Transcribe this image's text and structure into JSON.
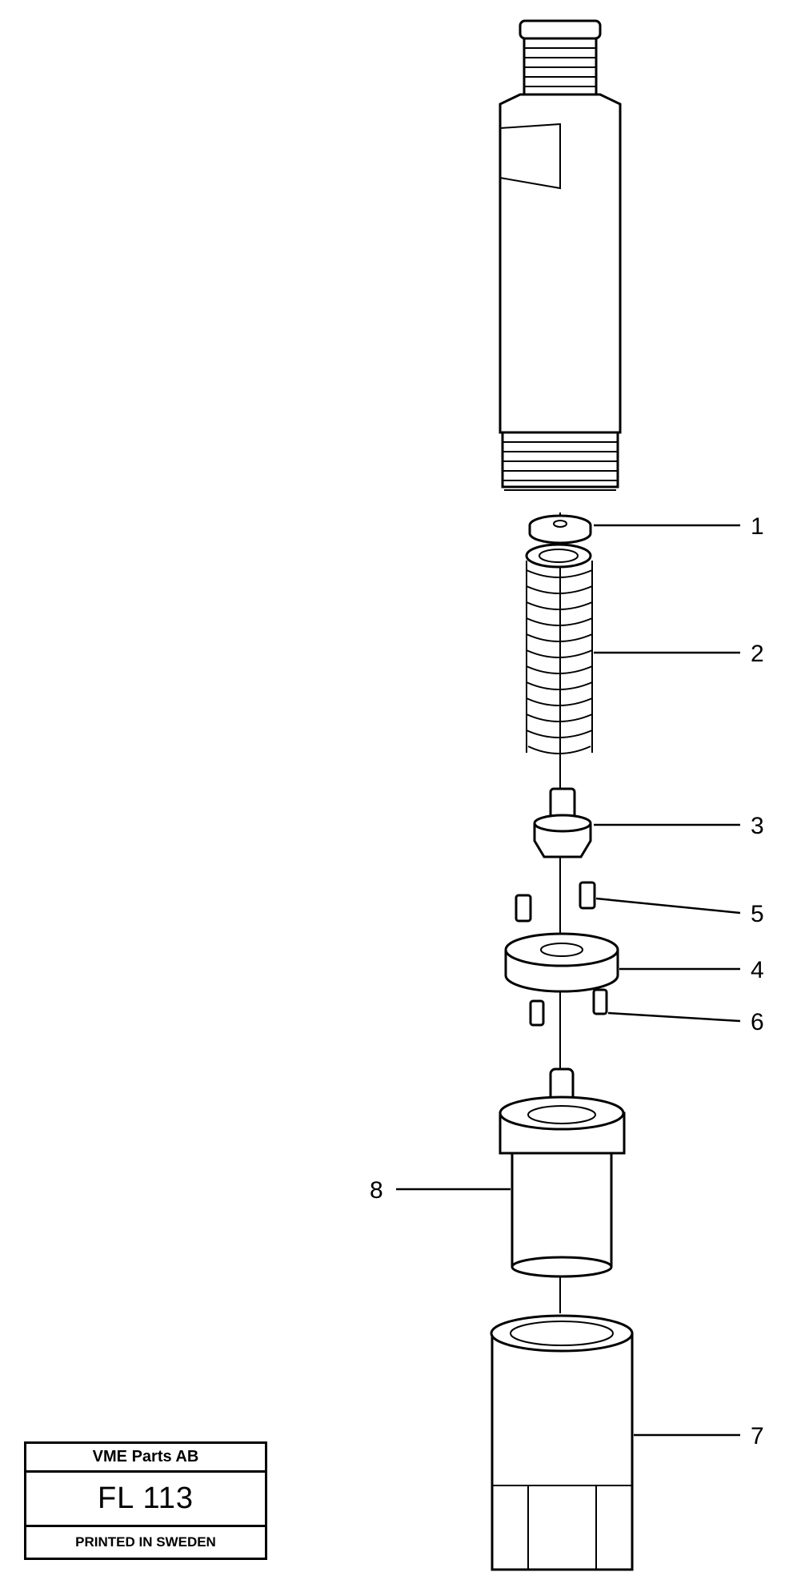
{
  "callouts": [
    {
      "label": "1"
    },
    {
      "label": "2"
    },
    {
      "label": "3"
    },
    {
      "label": "5"
    },
    {
      "label": "4"
    },
    {
      "label": "6"
    },
    {
      "label": "8"
    },
    {
      "label": "7"
    }
  ],
  "stamp": {
    "company": "VME Parts AB",
    "code": "FL 113",
    "footer": "PRINTED IN SWEDEN"
  }
}
